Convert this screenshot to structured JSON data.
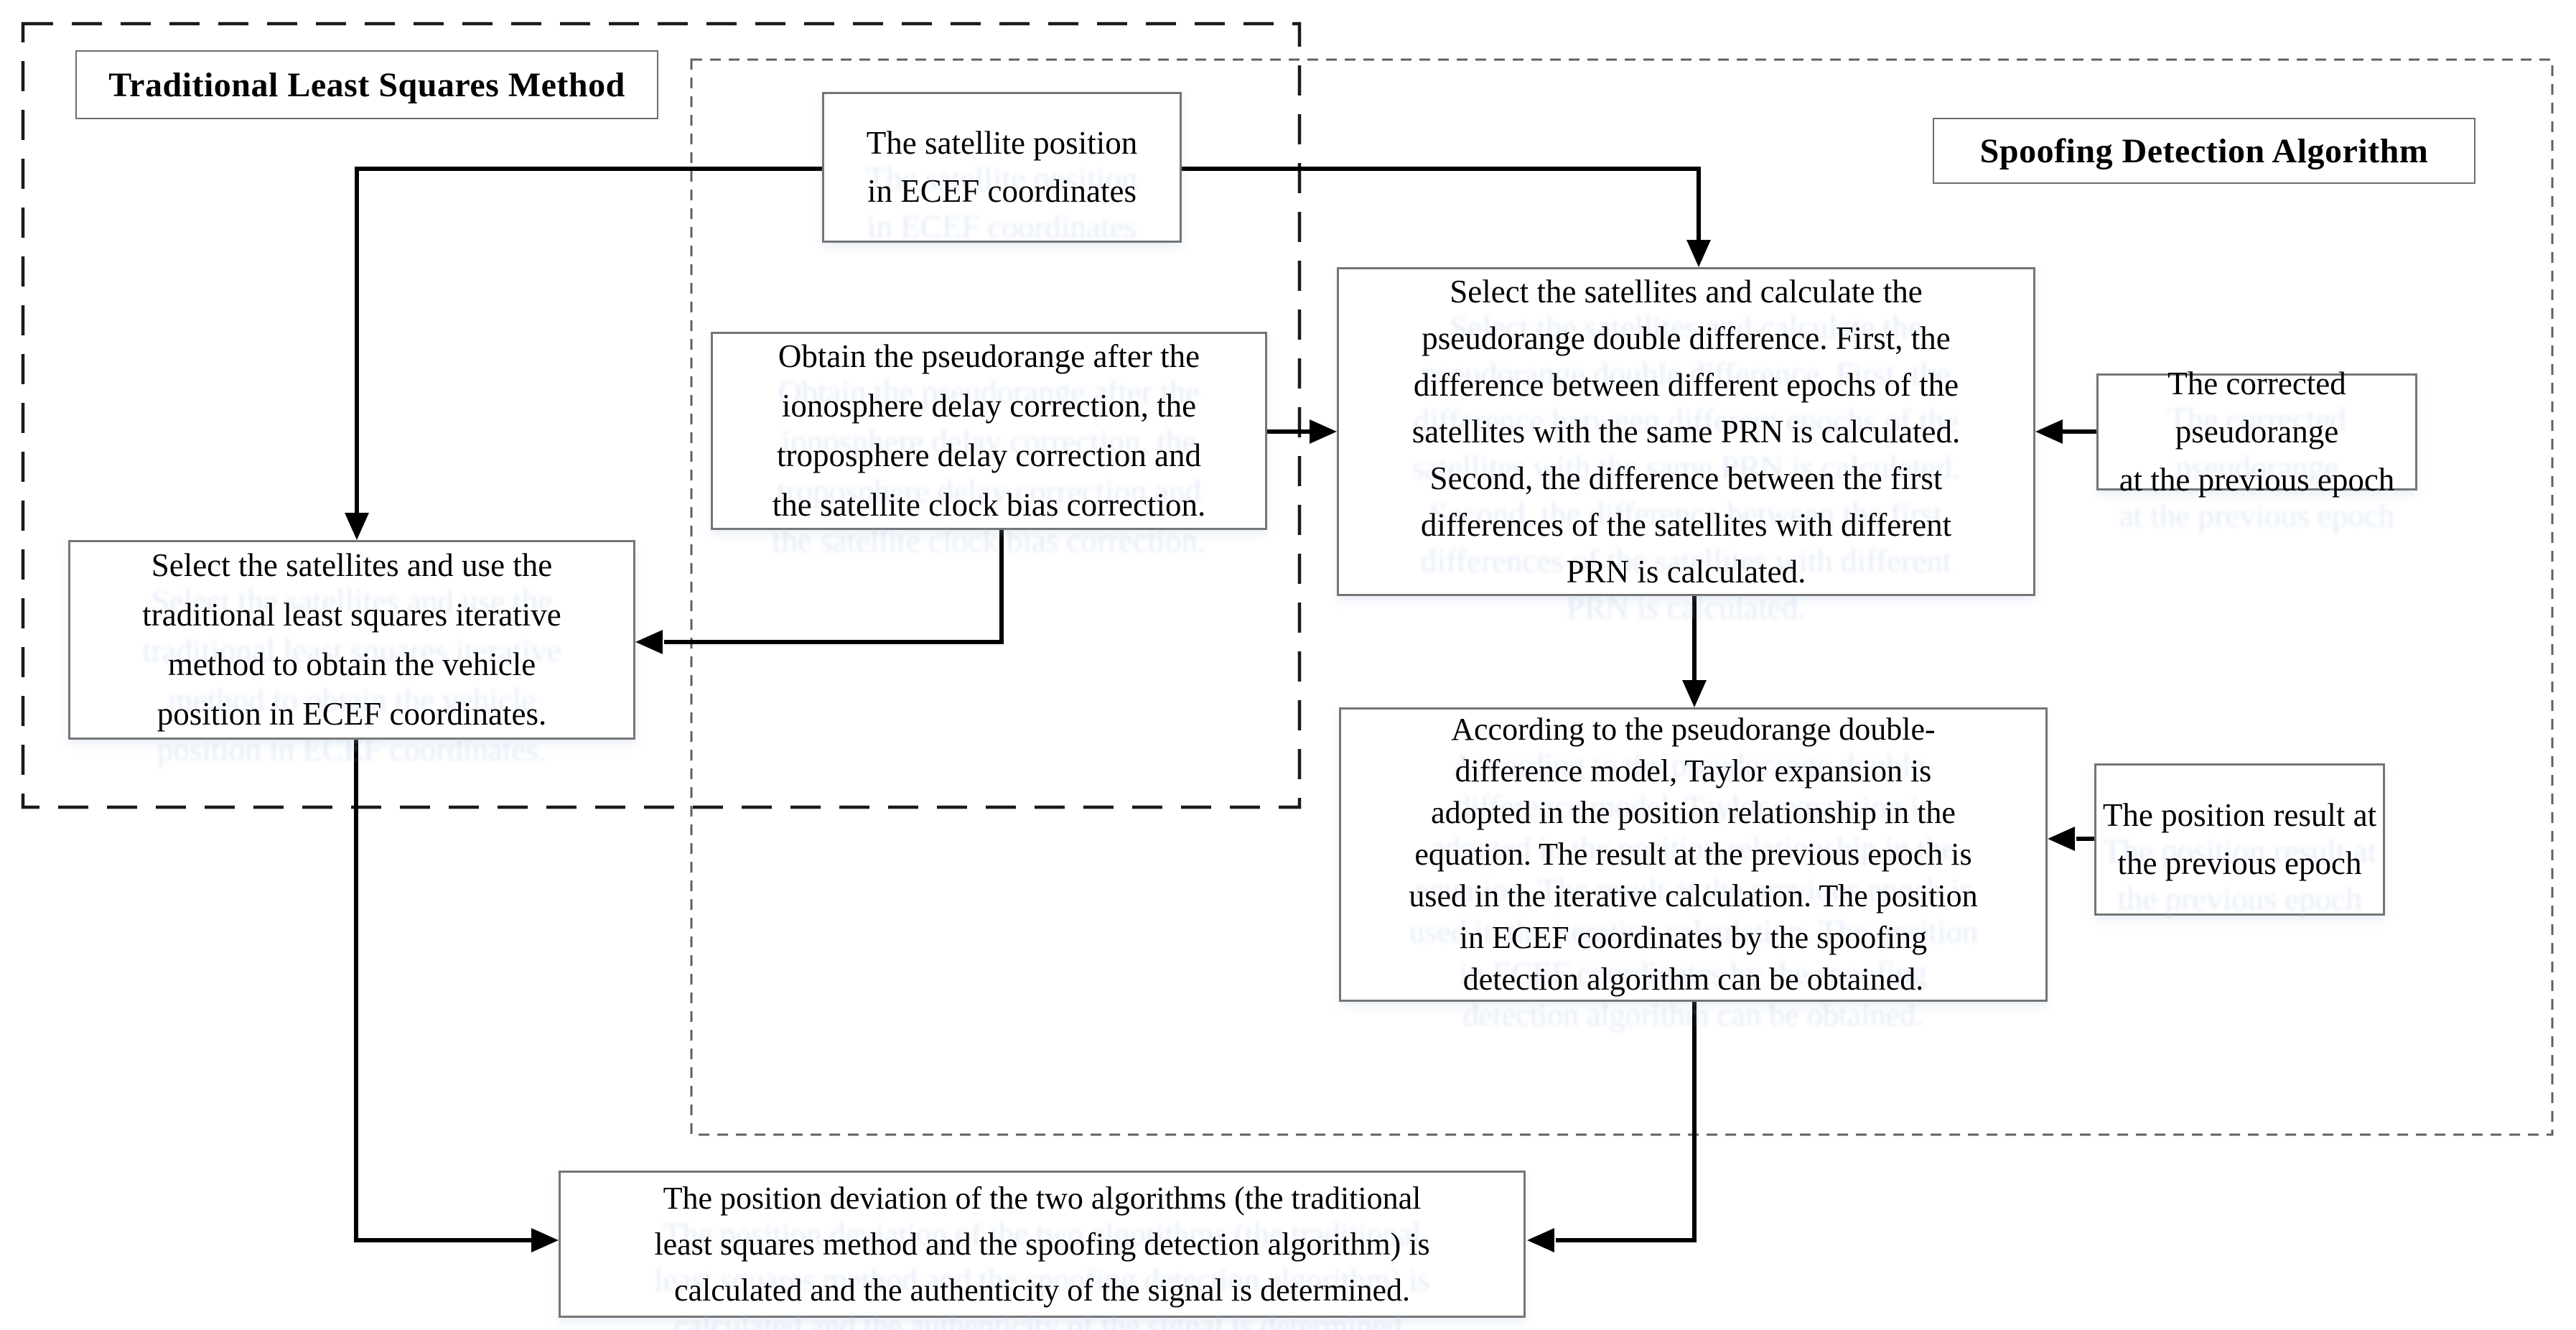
{
  "figure": {
    "type": "flowchart",
    "description": "GNSS spoofing detection flow diagram with two overlapping algorithm groups"
  },
  "groups": {
    "tls": {
      "label": "Traditional Least Squares Method",
      "border_style": "dashed"
    },
    "spoof": {
      "label": "Spoofing Detection Algorithm",
      "border_style": "dotted"
    }
  },
  "nodes": {
    "satellite_position": {
      "lines": [
        "The satellite position",
        "in ECEF coordinates"
      ]
    },
    "corrected_pseudorange": {
      "lines": [
        "Obtain the pseudorange after the",
        "ionosphere delay correction, the",
        "troposphere delay correction and",
        "the satellite clock bias correction."
      ]
    },
    "tls_position": {
      "lines": [
        "Select the satellites and use the",
        "traditional least squares iterative",
        "method to obtain the vehicle",
        "position in ECEF coordinates."
      ]
    },
    "double_difference": {
      "lines": [
        "Select the satellites and calculate the",
        "pseudorange double difference. First, the",
        "difference between different epochs of the",
        "satellites with the same PRN is calculated.",
        "Second, the difference between the first",
        "differences of the satellites with different",
        "PRN is calculated."
      ]
    },
    "previous_pseudorange": {
      "lines": [
        "The corrected pseudorange",
        "at the previous epoch"
      ]
    },
    "spoof_position": {
      "lines": [
        "According to the pseudorange double-",
        "difference model, Taylor expansion is",
        "adopted in the position relationship in the",
        "equation. The result at the previous epoch is",
        "used in the iterative calculation. The position",
        "in ECEF coordinates by the spoofing",
        "detection algorithm can be obtained."
      ]
    },
    "previous_position": {
      "lines": [
        "The position result at",
        "the previous epoch"
      ]
    },
    "deviation_check": {
      "lines": [
        "The position deviation of the two algorithms (the traditional",
        "least squares method and the spoofing detection algorithm) is",
        "calculated and the authenticity of the signal is determined."
      ]
    }
  },
  "colors": {
    "connector": "#000000",
    "node_border": "#757575",
    "tls_group_border": "#1a1a1a",
    "spoof_group_border": "#606060",
    "text": "#000000",
    "background": "#ffffff"
  }
}
